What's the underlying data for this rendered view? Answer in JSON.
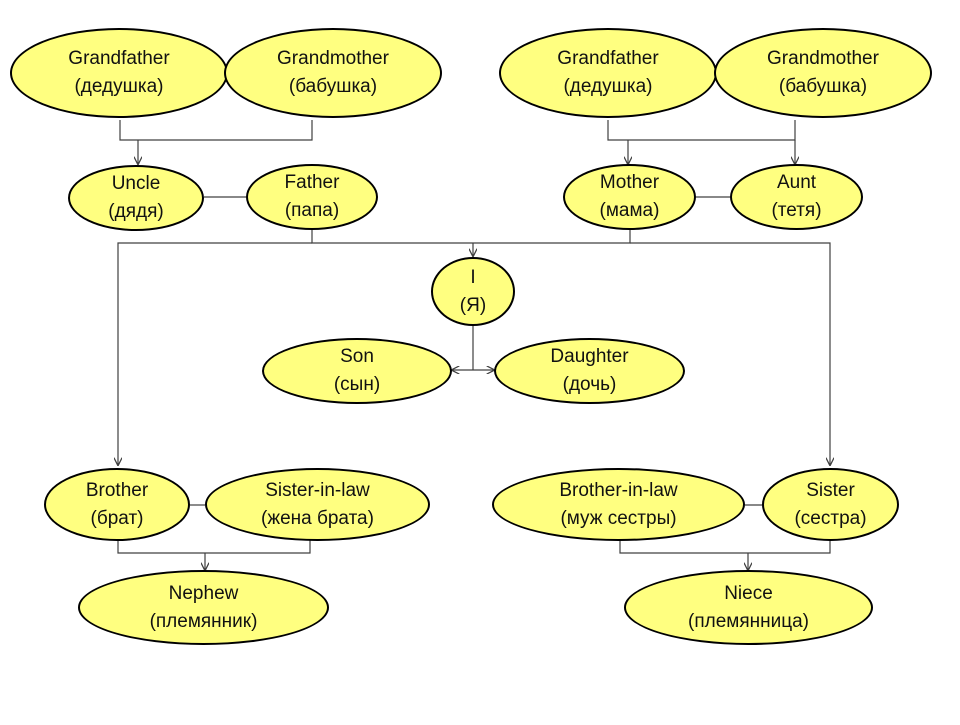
{
  "colors": {
    "node_fill": "#ffff80",
    "node_border": "#000000",
    "connector": "#404040",
    "background": "#ffffff"
  },
  "nodes": {
    "grandfather_paternal": {
      "en": "Grandfather",
      "ru": "(дедушка)"
    },
    "grandmother_paternal": {
      "en": "Grandmother",
      "ru": "(бабушка)"
    },
    "grandfather_maternal": {
      "en": "Grandfather",
      "ru": "(дедушка)"
    },
    "grandmother_maternal": {
      "en": "Grandmother",
      "ru": "(бабушка)"
    },
    "uncle": {
      "en": "Uncle",
      "ru": "(дядя)"
    },
    "father": {
      "en": "Father",
      "ru": "(папа)"
    },
    "mother": {
      "en": "Mother",
      "ru": "(мама)"
    },
    "aunt": {
      "en": "Aunt",
      "ru": "(тетя)"
    },
    "me": {
      "en": "I",
      "ru": "(Я)"
    },
    "son": {
      "en": "Son",
      "ru": "(сын)"
    },
    "daughter": {
      "en": "Daughter",
      "ru": "(дочь)"
    },
    "brother": {
      "en": "Brother",
      "ru": "(брат)"
    },
    "sister_in_law": {
      "en": "Sister-in-law",
      "ru": "(жена брата)"
    },
    "brother_in_law": {
      "en": "Brother-in-law",
      "ru": "(муж сестры)"
    },
    "sister": {
      "en": "Sister",
      "ru": "(сестра)"
    },
    "nephew": {
      "en": "Nephew",
      "ru": "(племянник)"
    },
    "niece": {
      "en": "Niece",
      "ru": "(племянница)"
    }
  }
}
